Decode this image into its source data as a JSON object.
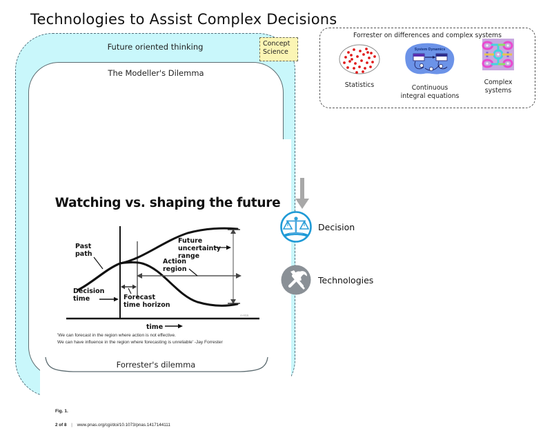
{
  "slide": {
    "title": "Technologies to Assist Complex Decisions"
  },
  "future_thinking_group": {
    "label": "Future oriented thinking",
    "fill_color": "#c9f7fb",
    "border_color": "#4f6d7a"
  },
  "modellers_dilemma_group": {
    "label": "The Modeller's Dilemma",
    "brace_label": "Forrester's dilemma"
  },
  "concept_note": {
    "line1": "Concept",
    "line2": "Science",
    "fill_color": "#fbf5b4"
  },
  "figure": {
    "headline": "Watching vs. shaping the future",
    "quote_line1": "'We can forecast in the region where action is not effective.",
    "quote_line2": "We can have influence in the region where forecasting is unreliable' -Jay Forrester",
    "caption_number": "Fig. 1.",
    "footer_page": "2 of 8",
    "footer_separator": "|",
    "footer_url": "www.pnas.org/cgi/doi/10.1073/pnas.1417144111",
    "watermark": "A+815"
  },
  "chart_data": {
    "type": "line",
    "title": "Watching vs. shaping the future",
    "xlabel": "time",
    "ylabel": "",
    "grid": false,
    "legend": "none",
    "annotations": [
      "Past path",
      "Future uncertainty range",
      "Action region",
      "Decision time",
      "Forecast time horizon",
      "time"
    ],
    "series": [
      {
        "name": "past path",
        "x": [
          0,
          10,
          20,
          30,
          40,
          50
        ],
        "y": [
          22,
          38,
          52,
          62,
          68,
          70
        ]
      },
      {
        "name": "upper future branch",
        "x": [
          50,
          60,
          70,
          80,
          90,
          100,
          110
        ],
        "y": [
          70,
          78,
          87,
          95,
          100,
          103,
          103
        ]
      },
      {
        "name": "lower future branch",
        "x": [
          50,
          60,
          70,
          80,
          90,
          100,
          110
        ],
        "y": [
          70,
          71,
          66,
          52,
          35,
          25,
          24
        ]
      }
    ],
    "markers": {
      "decision_time_x": 50,
      "forecast_horizon_x": 62,
      "action_region_from_x": 62,
      "action_region_to_x": 112,
      "uncertainty_range_x": 108,
      "uncertainty_range_y_low": 24,
      "uncertainty_range_y_high": 103
    }
  },
  "forrester_panel": {
    "title": "Forrester on differences and complex systems",
    "items": [
      {
        "label_line1": "Statistics",
        "label_line2": "",
        "icon": "scatter-dots-ellipse-icon"
      },
      {
        "label_line1": "Continuous",
        "label_line2": "integral equations",
        "icon": "system-dynamics-blob-icon"
      },
      {
        "label_line1": "Complex",
        "label_line2": "systems",
        "icon": "complex-maze-pattern-icon"
      }
    ],
    "system_dynamics_caption": "System Dynamics"
  },
  "outcomes": [
    {
      "label": "Decision",
      "icon": "balance-scale-icon",
      "accent": "#1f9ad6"
    },
    {
      "label": "Technologies",
      "icon": "wrench-screwdriver-icon",
      "accent": "#8a9096"
    }
  ],
  "arrow": {
    "icon": "down-arrow-icon",
    "color": "#9a9a9a"
  }
}
